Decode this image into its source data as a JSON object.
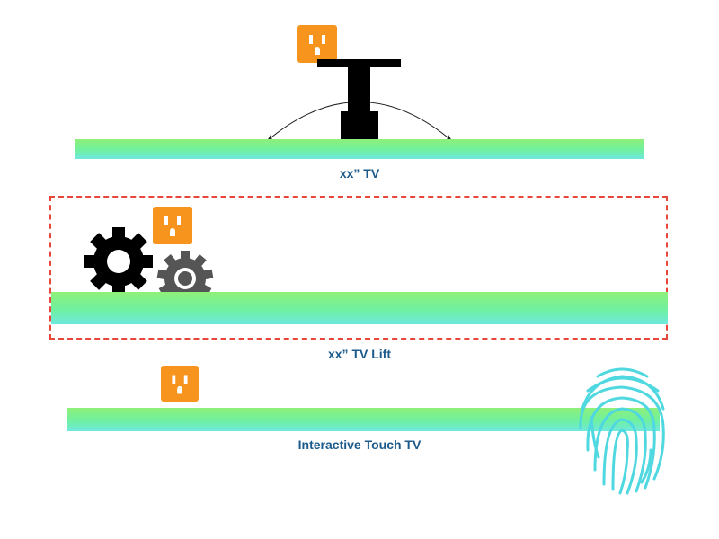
{
  "sections": {
    "tv": {
      "caption": "xx” TV"
    },
    "lift": {
      "caption": "xx” TV Lift"
    },
    "touch": {
      "caption": "Interactive Touch TV"
    }
  },
  "colors": {
    "outlet": "#f7941d",
    "caption": "#1b5a8a",
    "dashed_frame": "#e8463a",
    "fingerprint": "#4fd8e0",
    "gear_dark": "#000000",
    "gear_gray": "#555555"
  },
  "icons": [
    "power-outlet-icon",
    "tv-mount-icon",
    "gear-icon",
    "fingerprint-icon"
  ]
}
